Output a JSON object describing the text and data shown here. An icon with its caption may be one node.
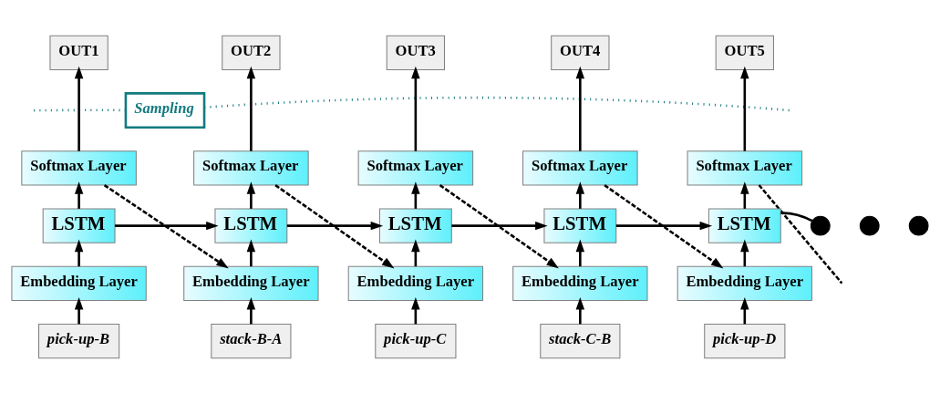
{
  "diagram": {
    "nodes": [
      {
        "text": [
          "OUT1"
        ]
      },
      {
        "text": [
          "OUT2"
        ]
      },
      {
        "text": [
          "OUT3"
        ]
      },
      {
        "text": [
          "OUT4"
        ]
      },
      {
        "text": [
          "OUT5"
        ]
      },
      {
        "text": [
          "Sampling"
        ]
      },
      {
        "text": [
          "Softmax Layer"
        ]
      },
      {
        "text": [
          "Softmax Layer"
        ]
      },
      {
        "text": [
          "Softmax Layer"
        ]
      },
      {
        "text": [
          "Softmax Layer"
        ]
      },
      {
        "text": [
          "Softmax Layer"
        ]
      },
      {
        "text": [
          "LSTM"
        ]
      },
      {
        "text": [
          "LSTM"
        ]
      },
      {
        "text": [
          "LSTM"
        ]
      },
      {
        "text": [
          "LSTM"
        ]
      },
      {
        "text": [
          "LSTM"
        ]
      },
      {
        "text": [],
        "shape": "circle"
      },
      {
        "text": [],
        "shape": "circle"
      },
      {
        "text": [],
        "shape": "circle"
      },
      {
        "text": [
          "Embedding Layer"
        ]
      },
      {
        "text": [
          "Embedding Layer"
        ]
      },
      {
        "text": [
          "Embedding Layer"
        ]
      },
      {
        "text": [
          "Embedding Layer"
        ]
      },
      {
        "text": [
          "Embedding Layer"
        ]
      },
      {
        "text": [
          "pick-up-B"
        ]
      },
      {
        "text": [
          "stack-B-A"
        ]
      },
      {
        "text": [
          "pick-up-C"
        ]
      },
      {
        "text": [
          "stack-C-B"
        ]
      },
      {
        "text": [
          "pick-up-D"
        ]
      }
    ],
    "edges": [
      {
        "from": 24,
        "to": 19,
        "arrow": "to"
      },
      {
        "from": 25,
        "to": 20,
        "arrow": "to"
      },
      {
        "from": 26,
        "to": 21,
        "arrow": "to"
      },
      {
        "from": 27,
        "to": 22,
        "arrow": "to"
      },
      {
        "from": 28,
        "to": 23,
        "arrow": "to"
      },
      {
        "from": 19,
        "to": 11,
        "arrow": "to"
      },
      {
        "from": 20,
        "to": 12,
        "arrow": "to"
      },
      {
        "from": 21,
        "to": 13,
        "arrow": "to"
      },
      {
        "from": 22,
        "to": 14,
        "arrow": "to"
      },
      {
        "from": 23,
        "to": 15,
        "arrow": "to"
      },
      {
        "from": 11,
        "to": 6,
        "arrow": "to"
      },
      {
        "from": 12,
        "to": 7,
        "arrow": "to"
      },
      {
        "from": 13,
        "to": 8,
        "arrow": "to"
      },
      {
        "from": 14,
        "to": 9,
        "arrow": "to"
      },
      {
        "from": 15,
        "to": 10,
        "arrow": "to"
      },
      {
        "from": 6,
        "to": 0,
        "arrow": "to"
      },
      {
        "from": 7,
        "to": 1,
        "arrow": "to"
      },
      {
        "from": 8,
        "to": 2,
        "arrow": "to"
      },
      {
        "from": 9,
        "to": 3,
        "arrow": "to"
      },
      {
        "from": 10,
        "to": 4,
        "arrow": "to"
      },
      {
        "from": 11,
        "to": 12,
        "arrow": "to"
      },
      {
        "from": 12,
        "to": 13,
        "arrow": "to"
      },
      {
        "from": 13,
        "to": 14,
        "arrow": "to"
      },
      {
        "from": 14,
        "to": 15,
        "arrow": "to"
      },
      {
        "from": 15,
        "to": 16,
        "arrow": "none"
      },
      {
        "from": 6,
        "to": 20,
        "arrow": "to",
        "style": "dashed"
      },
      {
        "from": 7,
        "to": 21,
        "arrow": "to",
        "style": "dashed"
      },
      {
        "from": 8,
        "to": 22,
        "arrow": "to",
        "style": "dashed"
      },
      {
        "from": 9,
        "to": 23,
        "arrow": "to",
        "style": "dashed"
      },
      {
        "from": 10,
        "to": null,
        "arrow": "none",
        "style": "dashed"
      },
      {
        "from": 5,
        "to": null,
        "arrow": "none",
        "style": "dashed",
        "color": "#137a7f"
      },
      {
        "from": 5,
        "to": null,
        "arrow": "none",
        "style": "dashed",
        "color": "#137a7f"
      }
    ]
  }
}
